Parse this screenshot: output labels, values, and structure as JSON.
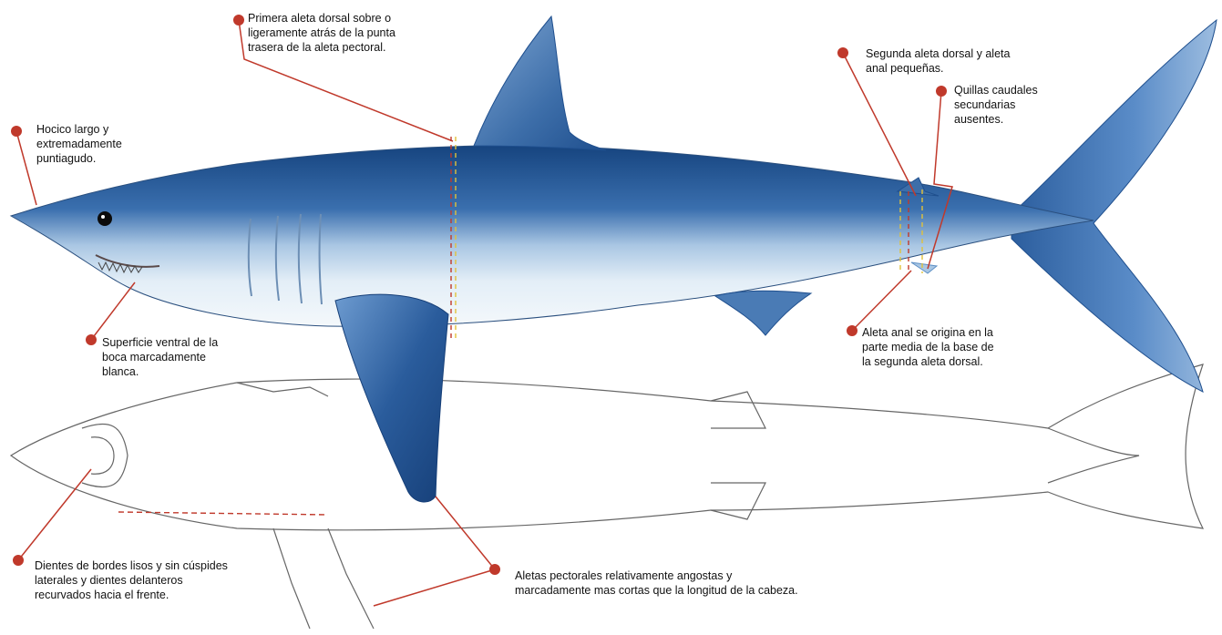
{
  "colors": {
    "annotation": "#c0392b",
    "shark_dark": "#1f4f8e",
    "shark_mid": "#5d8fc5",
    "shark_light": "#d6e5f2",
    "outline": "#555555",
    "dash_red": "#c0392b",
    "dash_yellow": "#e0c23a"
  },
  "annotations": [
    {
      "id": "dorsal1",
      "text": "Primera aleta dorsal sobre o\nligeramente atrás de la punta\ntrasera de la aleta pectoral."
    },
    {
      "id": "snout",
      "text": "Hocico largo y\nextremadamente\npuntiagudo."
    },
    {
      "id": "dorsal2",
      "text": "Segunda aleta dorsal y aleta\nanal pequeñas."
    },
    {
      "id": "keels",
      "text": "Quillas caudales\nsecundarias\nausentes."
    },
    {
      "id": "ventral",
      "text": "Superficie ventral de la\nboca marcadamente\nblanca."
    },
    {
      "id": "anal",
      "text": "Aleta anal se origina en la\nparte media de la base de\nla segunda aleta dorsal."
    },
    {
      "id": "teeth",
      "text": "Dientes de bordes lisos y sin cúspides\nlaterales y dientes delanteros\nrecurvados hacia el frente."
    },
    {
      "id": "pectoral",
      "text": "Aletas pectorales relativamente angostas y\nmarcadamente mas cortas que la longitud de la cabeza."
    }
  ]
}
